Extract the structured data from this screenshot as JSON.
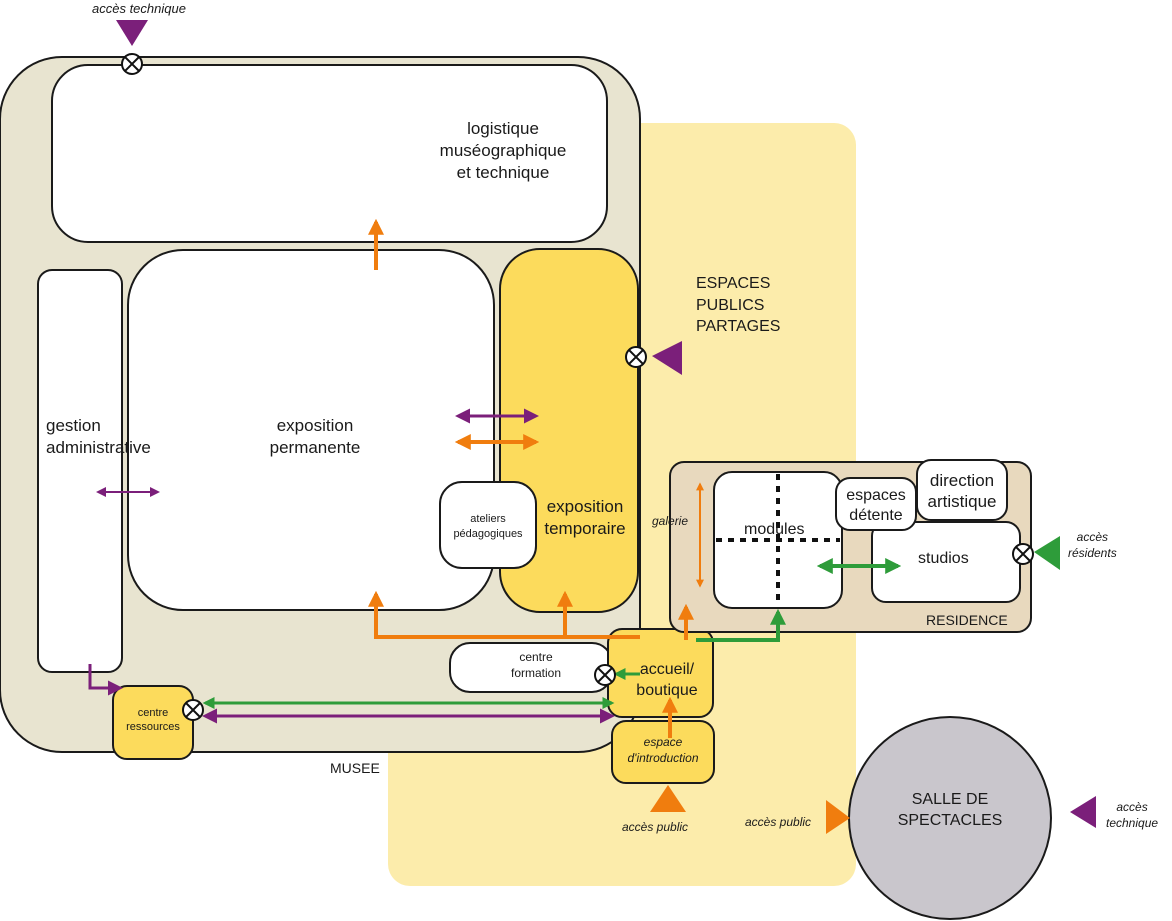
{
  "zones": {
    "public_spaces": {
      "title_line1": "ESPACES",
      "title_line2": "PUBLICS",
      "title_line3": "PARTAGES",
      "color": "#fcecab"
    },
    "musee": {
      "title": "MUSEE",
      "color": "#e8e4d0"
    },
    "residence": {
      "title": "RESIDENCE",
      "color": "#e8d9be"
    }
  },
  "rooms": {
    "logistique": {
      "line1": "logistique",
      "line2": "muséographique",
      "line3": "et technique"
    },
    "gestion": {
      "line1": "gestion",
      "line2": "administrative"
    },
    "expo_permanente": {
      "line1": "exposition",
      "line2": "permanente"
    },
    "ateliers": {
      "line1": "ateliers",
      "line2": "pédagogiques"
    },
    "expo_temporaire": {
      "line1": "exposition",
      "line2": "temporaire",
      "color": "#fcdb5c"
    },
    "centre_formation": {
      "line1": "centre",
      "line2": "formation"
    },
    "accueil": {
      "line1": "accueil/",
      "line2": "boutique",
      "color": "#fcdb5c"
    },
    "centre_ressources": {
      "line1": "centre",
      "line2": "ressources",
      "color": "#fcdb5c"
    },
    "espace_intro": {
      "line1": "espace",
      "line2": "d'introduction",
      "color": "#fcdb5c"
    },
    "galerie": {
      "label": "galerie"
    },
    "modules": {
      "label": "modules"
    },
    "espaces_detente": {
      "line1": "espaces",
      "line2": "détente"
    },
    "direction": {
      "line1": "direction",
      "line2": "artistique"
    },
    "studios": {
      "label": "studios"
    },
    "salle": {
      "line1": "SALLE DE",
      "line2": "SPECTACLES",
      "color": "#c9c6cc"
    }
  },
  "access_points": {
    "tech_top": {
      "label": "accès technique",
      "color": "#7b1f7a"
    },
    "tech_right": {
      "line1": "accès",
      "line2": "technique",
      "color": "#7b1f7a"
    },
    "residents": {
      "line1": "accès",
      "line2": "résidents",
      "color": "#2e9c3a"
    },
    "public_main": {
      "label": "accès public",
      "color": "#f07d0e"
    },
    "public_salle": {
      "label": "accès public",
      "color": "#f07d0e"
    },
    "expo_side": {
      "color": "#7b1f7a"
    }
  },
  "flow_colors": {
    "public": "#f07d0e",
    "resident": "#2e9c3a",
    "staff": "#7b1f7a"
  }
}
